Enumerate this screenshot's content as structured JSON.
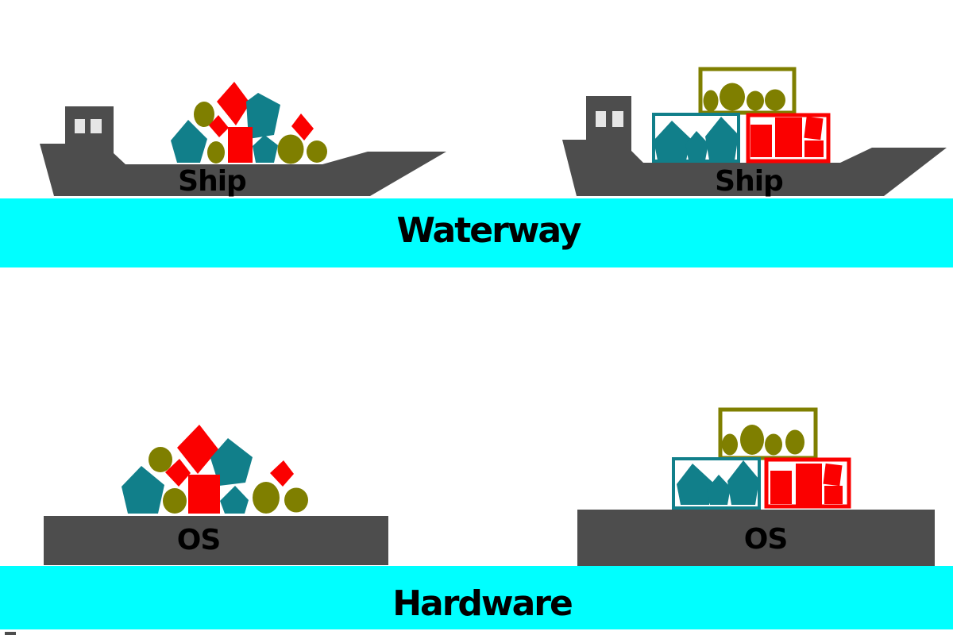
{
  "labels": {
    "left_ship": "Ship",
    "right_ship": "Ship",
    "waterway": "Waterway",
    "left_os": "OS",
    "right_os": "OS",
    "hardware": "Hardware"
  },
  "colors": {
    "background": "#ffffff",
    "water": "#00ffff",
    "structure": "#4d4d4d",
    "window": "#e6e6e6",
    "teal": "#117f8a",
    "olive": "#7f7f00",
    "red": "#fb0000",
    "label": "#000000"
  },
  "figures": {
    "top_left": {
      "base_label": "Ship",
      "loose_pentagons": 3,
      "loose_circles": 4,
      "loose_red_boxes": 4
    },
    "top_right": {
      "base_label": "Ship",
      "containers": [
        {
          "outline": "olive",
          "shape": "circles",
          "count": 4
        },
        {
          "outline": "teal",
          "shape": "pentagons",
          "count": 3
        },
        {
          "outline": "red",
          "shape": "boxes",
          "count": 4
        }
      ]
    },
    "bottom_left": {
      "base_label": "OS",
      "loose_pentagons": 3,
      "loose_circles": 4,
      "loose_red_boxes": 4
    },
    "bottom_right": {
      "base_label": "OS",
      "containers": [
        {
          "outline": "olive",
          "shape": "circles",
          "count": 4
        },
        {
          "outline": "teal",
          "shape": "pentagons",
          "count": 3
        },
        {
          "outline": "red",
          "shape": "boxes",
          "count": 4
        }
      ]
    }
  }
}
